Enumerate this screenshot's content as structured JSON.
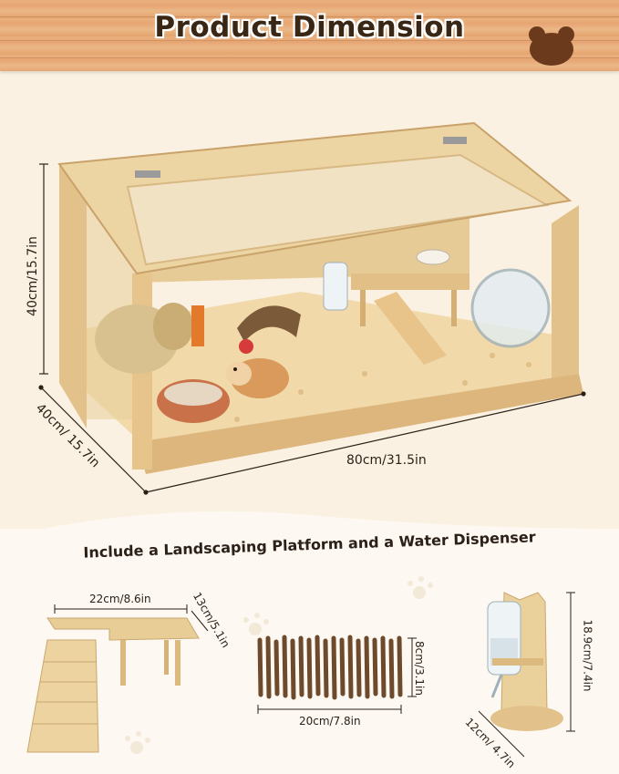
{
  "header": {
    "title": "Product Dimension",
    "badge_icon": "bear-head-icon"
  },
  "main_cage": {
    "height_label": "40cm/15.7in",
    "depth_label": "40cm/ 15.7in",
    "width_label": "80cm/31.5in"
  },
  "subtitle": "Include a Landscaping Platform and a Water Dispenser",
  "accessories": {
    "platform": {
      "width_label": "22cm/8.6in",
      "depth_label": "13cm/5.1in"
    },
    "bridge": {
      "height_label": "8cm/3.1in",
      "width_label": "20cm/7.8in"
    },
    "dispenser": {
      "height_label": "18.9cm/7.4in",
      "base_label": "12cm/ 4.7in"
    }
  },
  "colors": {
    "header_wood": "#e6a673",
    "background": "#fbf1e2",
    "bear_brown": "#6b3a1d",
    "wood_light": "#e9cd98",
    "bedding": "#f3ddb0"
  }
}
